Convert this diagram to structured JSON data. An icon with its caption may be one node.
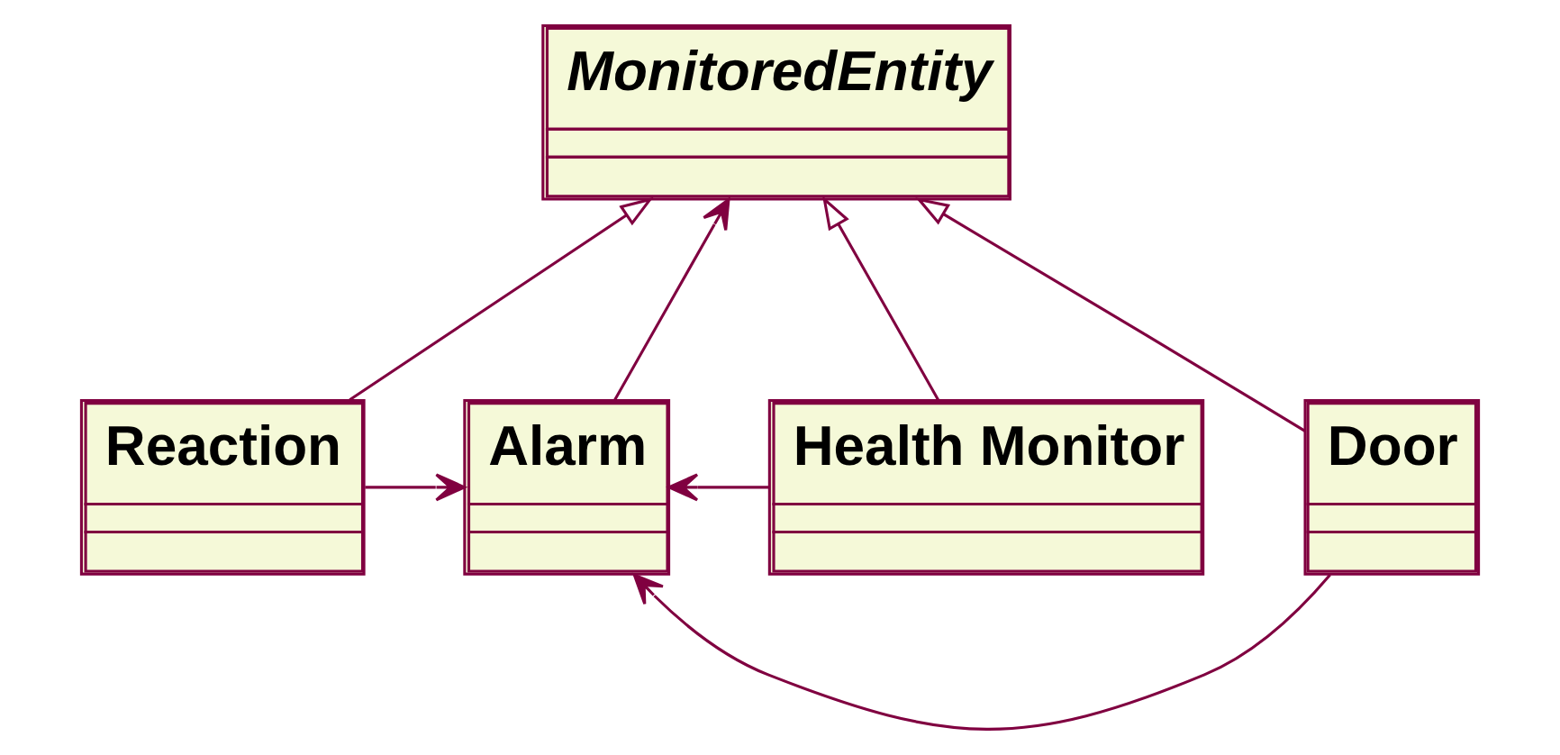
{
  "diagram": {
    "nodes": [
      {
        "text": [
          "MonitoredEntity"
        ]
      },
      {
        "text": [
          "Reaction"
        ]
      },
      {
        "text": [
          "Health Monitor"
        ]
      },
      {
        "text": [
          "Door"
        ]
      },
      {
        "text": [
          "Alarm"
        ]
      }
    ],
    "edges": [
      {
        "from": 1,
        "to": 0,
        "arrow": "to"
      },
      {
        "from": 2,
        "to": 0,
        "arrow": "to"
      },
      {
        "from": 3,
        "to": 0,
        "arrow": "to"
      },
      {
        "from": 4,
        "to": 0,
        "arrow": "to"
      },
      {
        "from": 3,
        "to": 4,
        "arrow": "to"
      },
      {
        "from": 2,
        "to": 4,
        "arrow": "to"
      },
      {
        "from": 1,
        "to": 4,
        "arrow": "to"
      }
    ]
  }
}
